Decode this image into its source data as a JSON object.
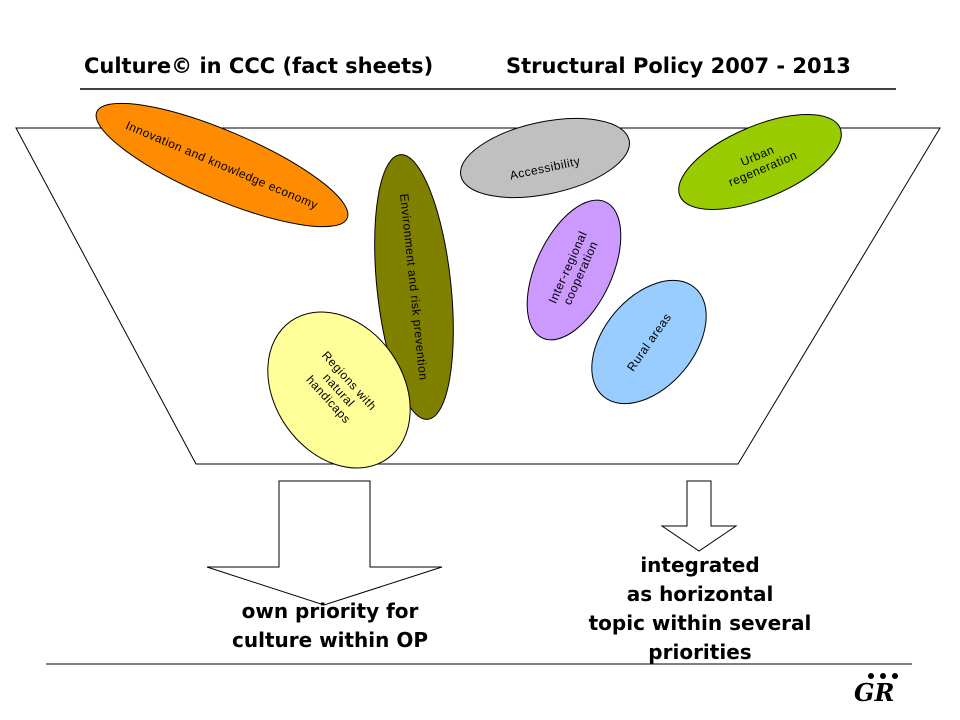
{
  "header": {
    "left_title": "Culture© in CCC (fact sheets)",
    "right_title": "Structural Policy 2007 - 2013"
  },
  "funnel": {
    "ellipses": [
      {
        "id": "innovation",
        "lines": [
          "Innovation and knowledge economy"
        ],
        "color": "#ff8c00"
      },
      {
        "id": "environment",
        "lines": [
          "Environment and risk prevention"
        ],
        "color": "#808000"
      },
      {
        "id": "accessibility",
        "lines": [
          "Accessibility"
        ],
        "color": "#c0c0c0"
      },
      {
        "id": "urban",
        "lines": [
          "Urban",
          "regeneration"
        ],
        "color": "#99cc00"
      },
      {
        "id": "interregional",
        "lines": [
          "Inter-regional",
          "cooperation"
        ],
        "color": "#cc99ff"
      },
      {
        "id": "rural",
        "lines": [
          "Rural areas"
        ],
        "color": "#99ccff"
      },
      {
        "id": "regions",
        "lines": [
          "Regions with",
          "natural",
          "handicaps"
        ],
        "color": "#ffff99"
      }
    ]
  },
  "outcomes": {
    "left": [
      "own priority for",
      "culture within OP"
    ],
    "right": [
      "integrated",
      "as horizontal",
      "topic within several",
      "priorities"
    ]
  }
}
